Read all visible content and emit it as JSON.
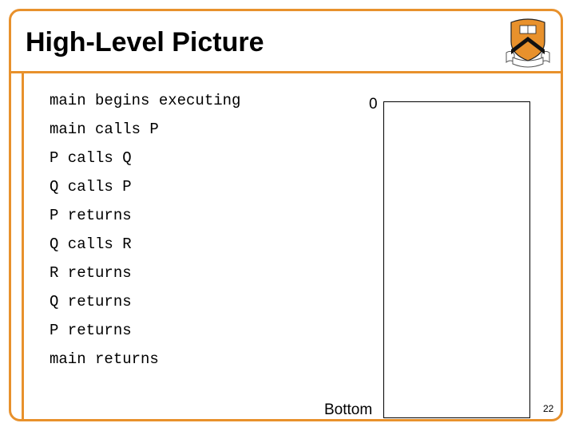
{
  "slide": {
    "title": "High-Level Picture",
    "page_number": "22"
  },
  "crest_icon": "princeton-shield-icon",
  "accent_color": "#e8912c",
  "steps": [
    "main begins executing",
    "main calls P",
    "P calls Q",
    "Q calls P",
    "P returns",
    "Q calls R",
    "R returns",
    "Q returns",
    "P returns",
    "main returns"
  ],
  "stack_diagram": {
    "top_label": "0",
    "bottom_label": "Bottom"
  }
}
